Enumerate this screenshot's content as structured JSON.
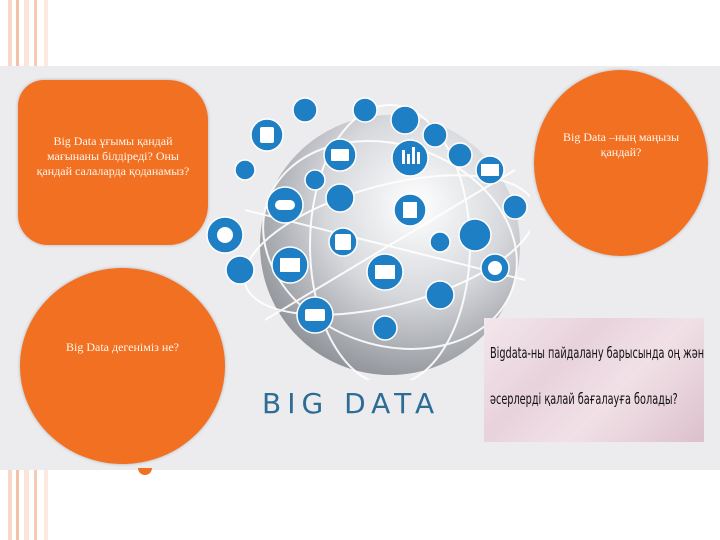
{
  "slide": {
    "questions": {
      "what_means": "Big Data ұғымы қандай мағынаны білдіреді? Оны қандай салаларда қоданамыз?",
      "importance": "Big Data –ның маңызы қандай?",
      "what_is": "Big Data дегеніміз не?"
    },
    "graphic_title": "BIG DATA",
    "assessment_text": {
      "line1": "Bigdata-ны пайдалану барысында оң және теріс",
      "line2": "әсерлерді қалай бағалауға болады?"
    }
  },
  "colors": {
    "accent": "#f27022",
    "panel": "#ececee",
    "icon_blue": "#1f7fc4",
    "title_blue": "#2c6c95"
  }
}
